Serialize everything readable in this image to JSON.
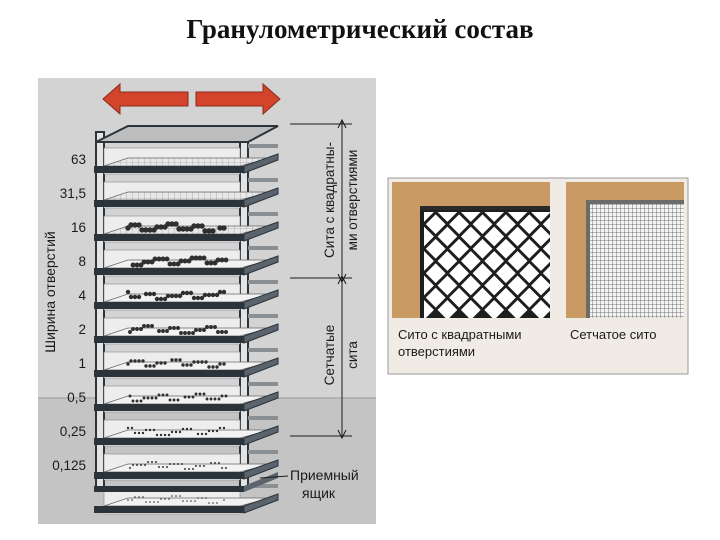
{
  "title": "Гранулометрический состав",
  "sieve_sizes": [
    "63",
    "31,5",
    "16",
    "8",
    "4",
    "2",
    "1",
    "0,5",
    "0,25",
    "0,125"
  ],
  "labels": {
    "opening_width": "Ширина отверстий",
    "square_sieves_line1": "Сита с квадратны-",
    "square_sieves_line2": "ми отверстиями",
    "mesh_sieves_line1": "Сетчатые",
    "mesh_sieves_line2": "сита",
    "receiver_line1": "Приемный",
    "receiver_line2": "ящик"
  },
  "captions": {
    "square_line1": "Сито с квадратными",
    "square_line2": "отверстиями",
    "mesh": "Сетчатое сито"
  },
  "colors": {
    "panel_bg": "#d3d3d3",
    "arrow": "#d2452b",
    "sieve_frame": "#2b333b",
    "tan_frame": "#c99a63"
  }
}
